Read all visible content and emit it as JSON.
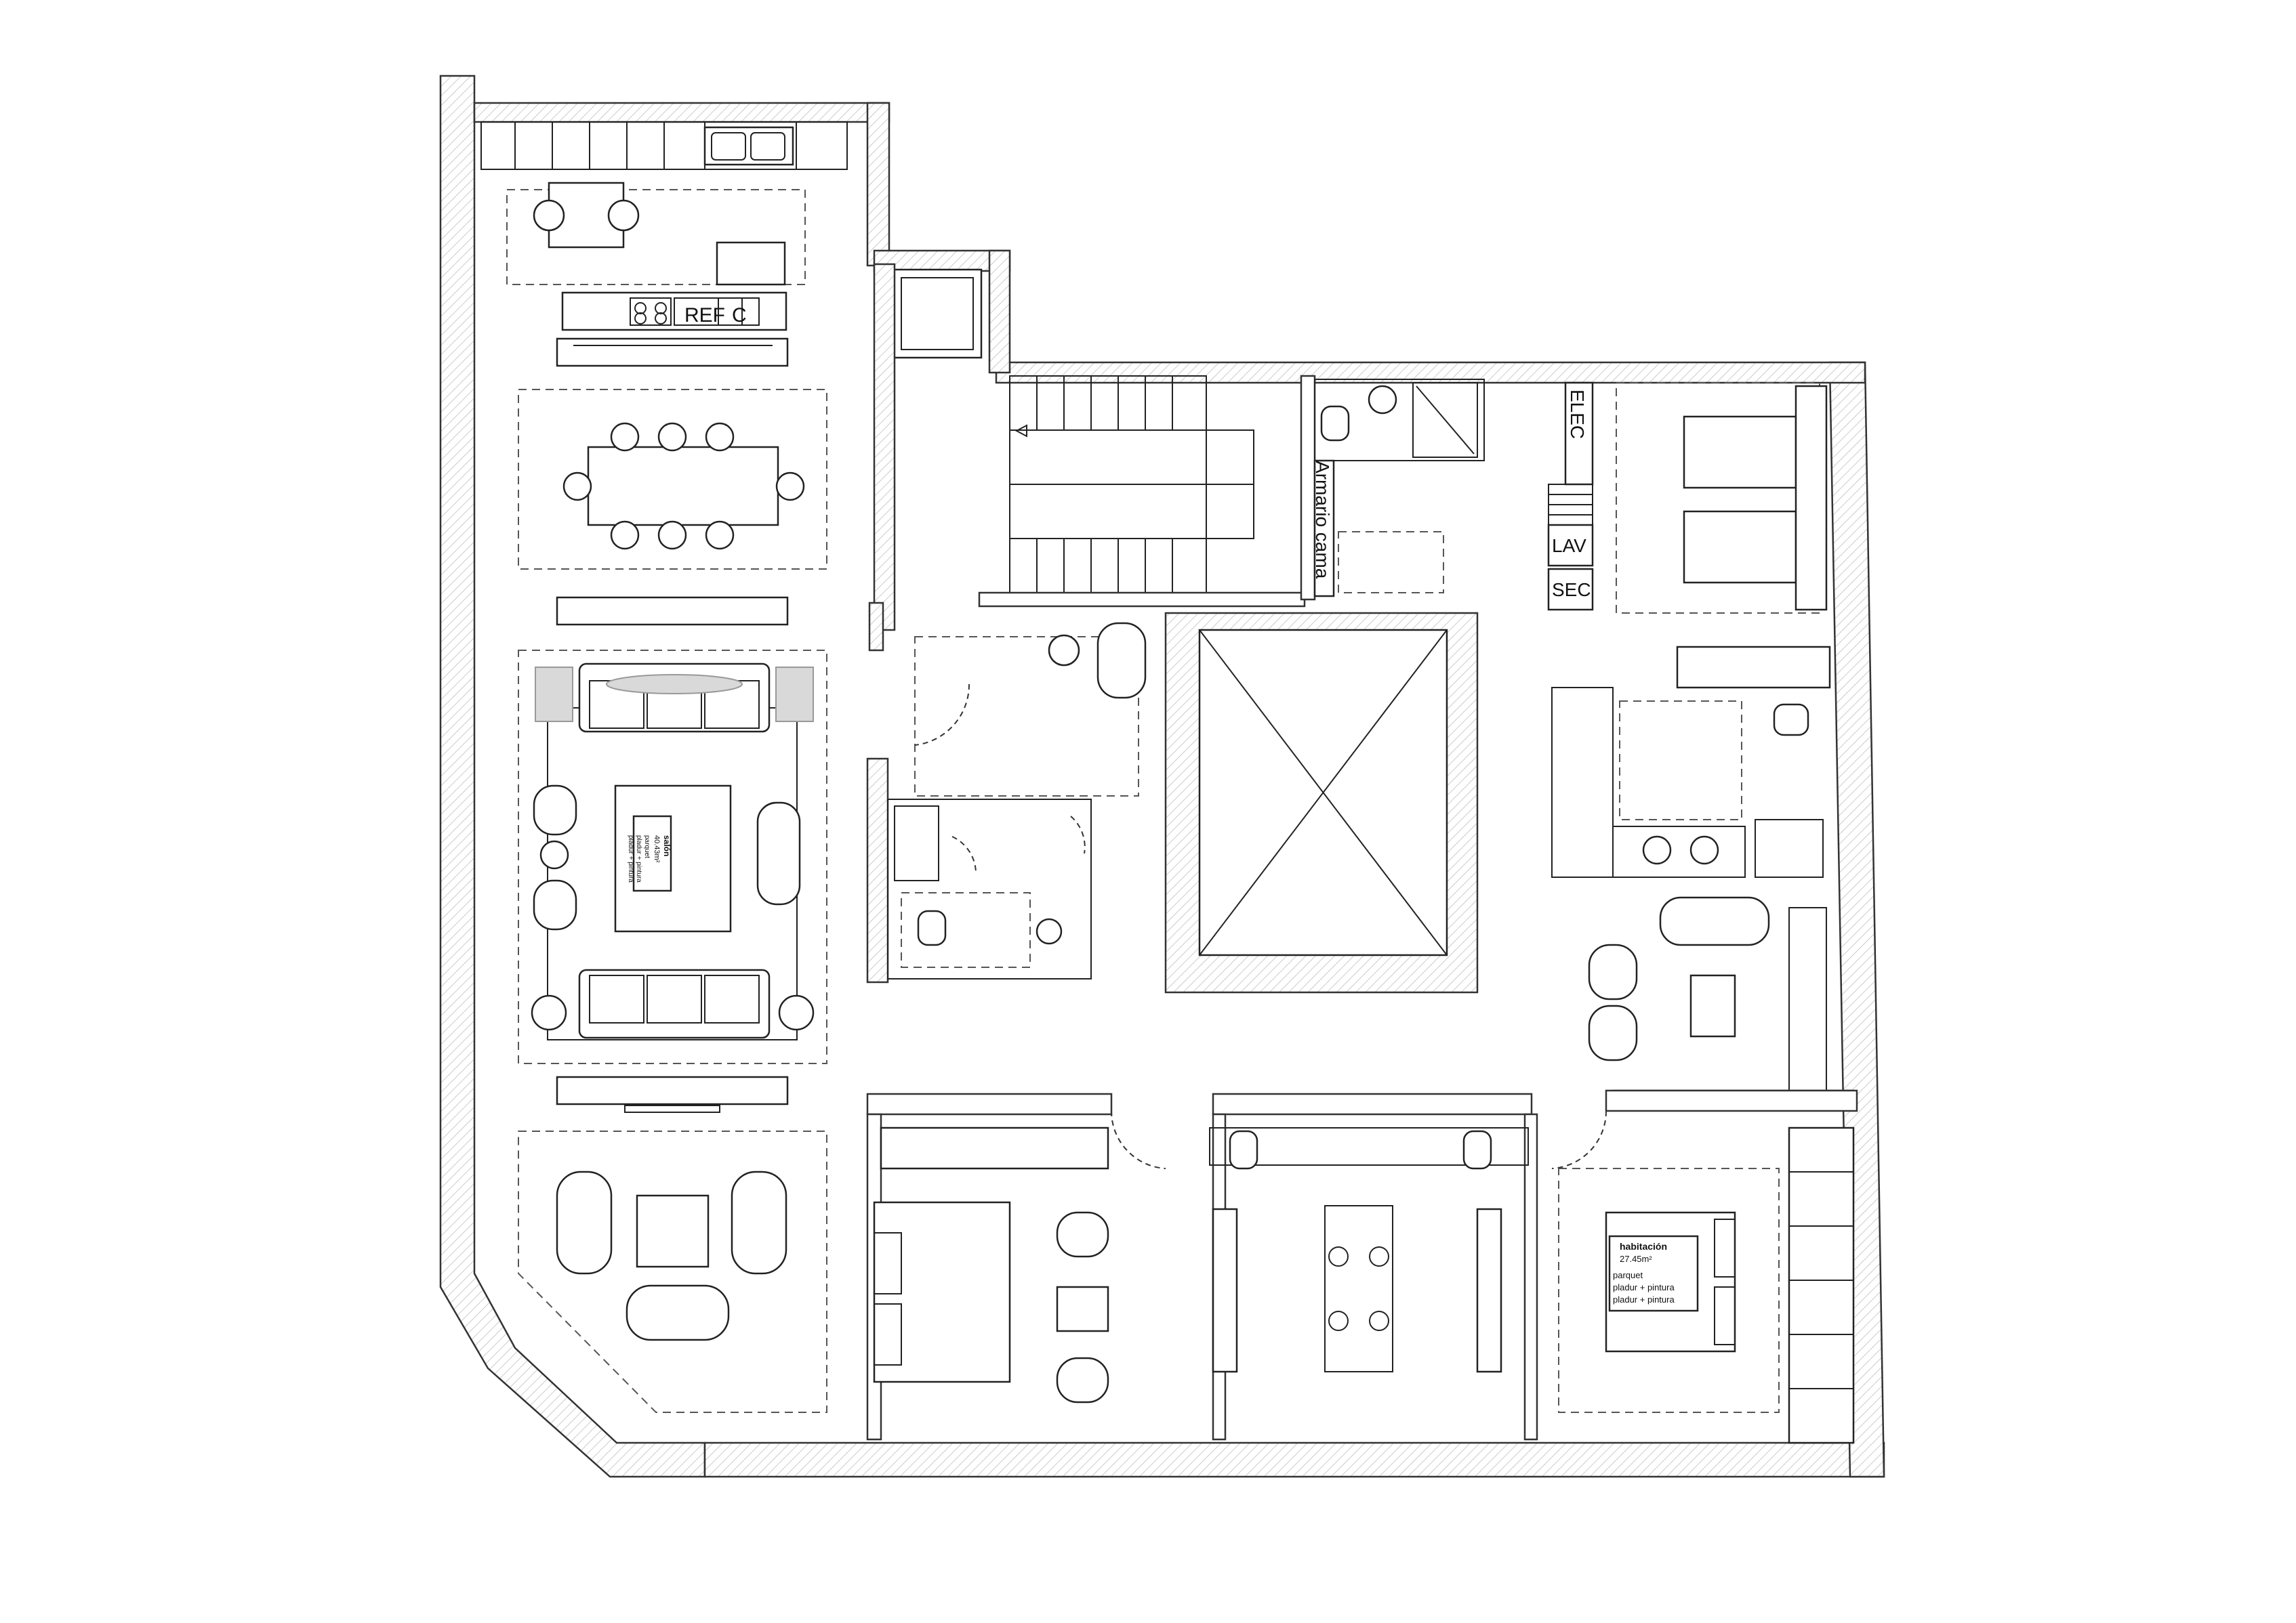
{
  "plan": {
    "labels": {
      "ref": "REF",
      "c": "C",
      "elec": "ELEC",
      "armario": "Armario cama",
      "lav": "LAV",
      "sec": "SEC"
    },
    "salon_tag": {
      "name": "salón",
      "area": "40.43m²",
      "line1": "parquet",
      "line2": "pladur + pintura",
      "line3": "pladur + pintura"
    },
    "habitacion_tag": {
      "name": "habitación",
      "area": "27.45m²",
      "line1": "parquet",
      "line2": "pladur + pintura",
      "line3": "pladur + pintura"
    }
  }
}
